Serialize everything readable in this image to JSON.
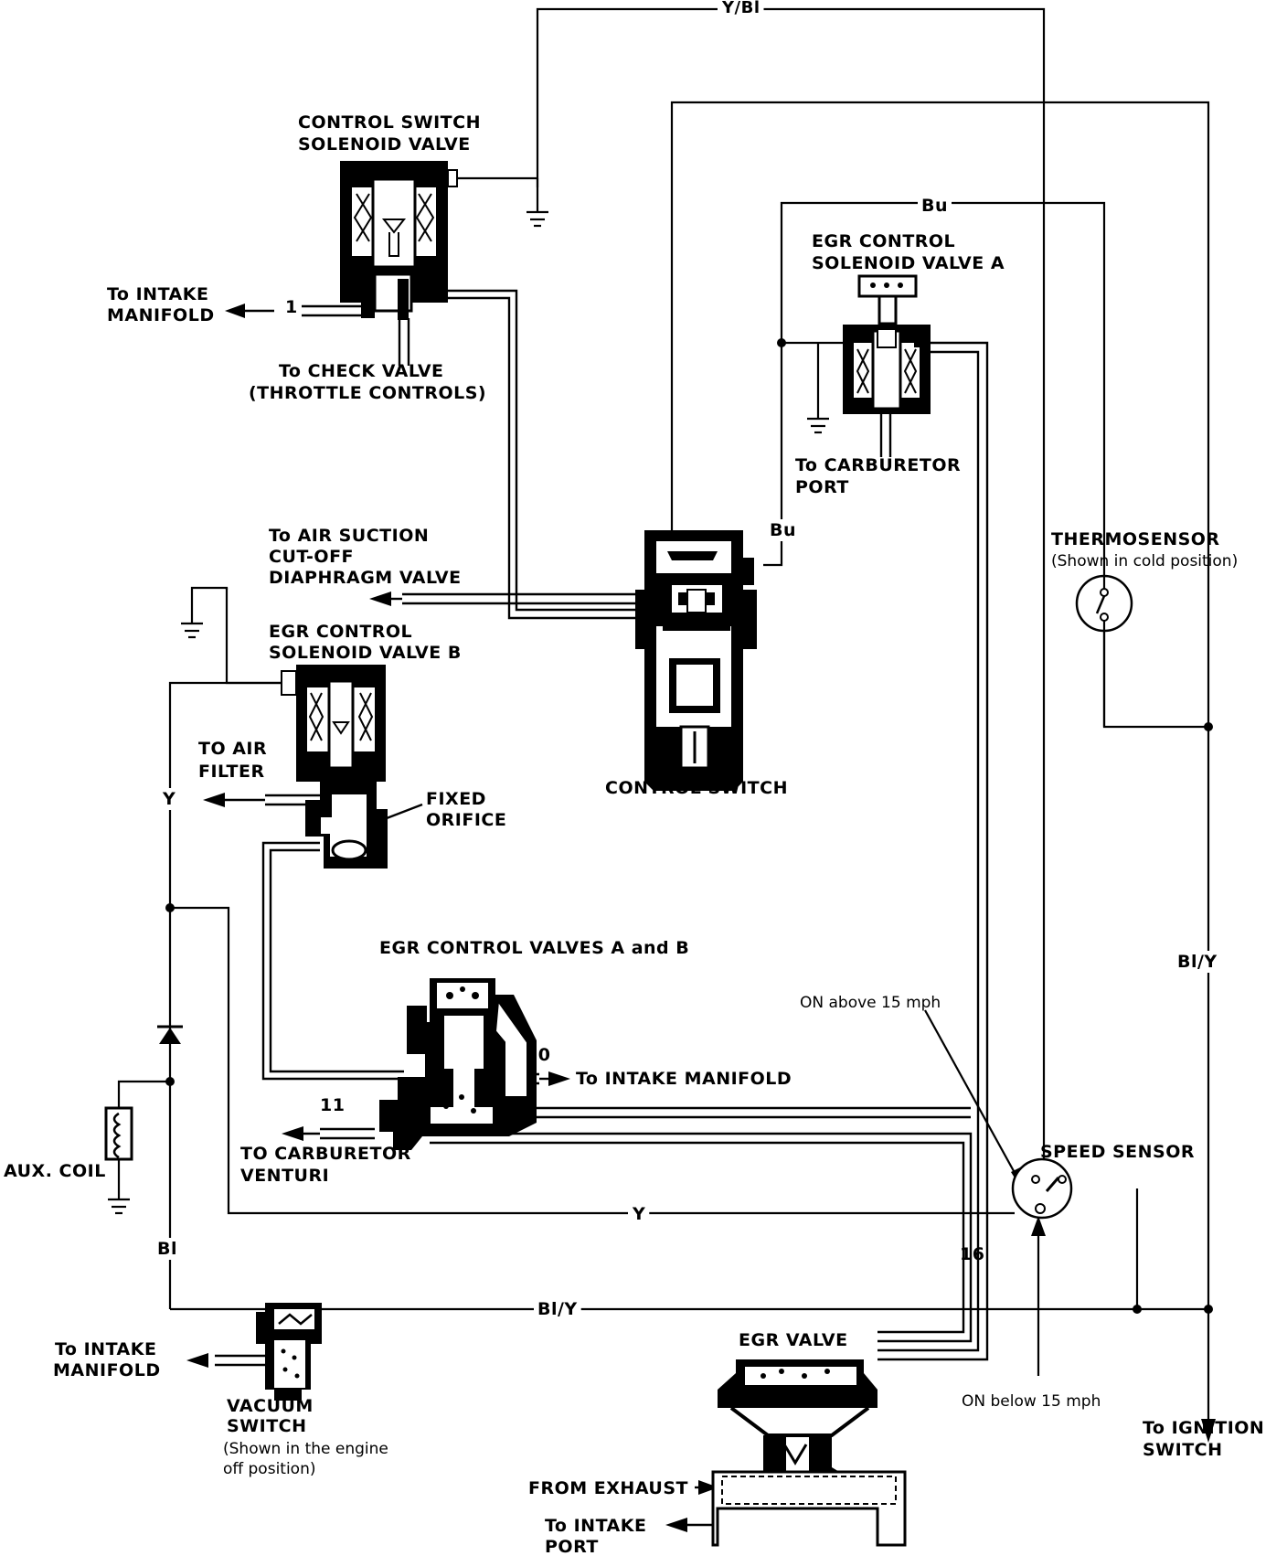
{
  "components": {
    "control_switch_solenoid": [
      "CONTROL SWITCH",
      "SOLENOID VALVE"
    ],
    "egr_solenoid_a": [
      "EGR CONTROL",
      "SOLENOID VALVE A"
    ],
    "egr_solenoid_b": [
      "EGR CONTROL",
      "SOLENOID VALVE B"
    ],
    "control_switch": "CONTROL SWITCH",
    "thermosensor": "THERMOSENSOR",
    "thermosensor_note": "(Shown in cold position)",
    "egr_control_valves": "EGR CONTROL VALVES A and B",
    "speed_sensor": "SPEED SENSOR",
    "aux_coil": "AUX. COIL",
    "vacuum_switch": [
      "VACUUM",
      "SWITCH"
    ],
    "vacuum_switch_note": [
      "(Shown in the engine",
      "off position)"
    ],
    "egr_valve": "EGR VALVE",
    "fixed_orifice": [
      "FIXED",
      "ORIFICE"
    ]
  },
  "connections": {
    "to_intake_manifold_1": [
      "To INTAKE",
      "MANIFOLD"
    ],
    "to_check_valve": [
      "To CHECK VALVE",
      "(THROTTLE CONTROLS)"
    ],
    "to_carburetor_port_a": [
      "To CARBURETOR",
      "PORT"
    ],
    "to_air_suction": [
      "To AIR SUCTION",
      "CUT-OFF",
      "DIAPHRAGM VALVE"
    ],
    "to_air_filter": [
      "TO AIR",
      "FILTER"
    ],
    "to_intake_manifold_10": "To INTAKE MANIFOLD",
    "to_carburetor_venturi": [
      "TO CARBURETOR",
      "VENTURI"
    ],
    "to_intake_manifold_vs": [
      "To INTAKE",
      "MANIFOLD"
    ],
    "from_exhaust": "FROM EXHAUST",
    "to_intake_port": [
      "To INTAKE",
      "PORT"
    ],
    "to_ignition_switch": [
      "To IGNITION",
      "SWITCH"
    ],
    "on_above": "ON above 15 mph",
    "on_below": "ON below 15 mph"
  },
  "hose_numbers": {
    "n1": "1",
    "n10": "10",
    "n11": "11",
    "n16": "16"
  },
  "wire_colors": {
    "top": "Y/Bl",
    "bu_top": "Bu",
    "bu_side": "Bu",
    "y_left": "Y",
    "y_bottom": "Y",
    "bl_left": "Bl",
    "bl_y_bottom": "Bl/Y",
    "bl_y_right": "Bl/Y"
  }
}
